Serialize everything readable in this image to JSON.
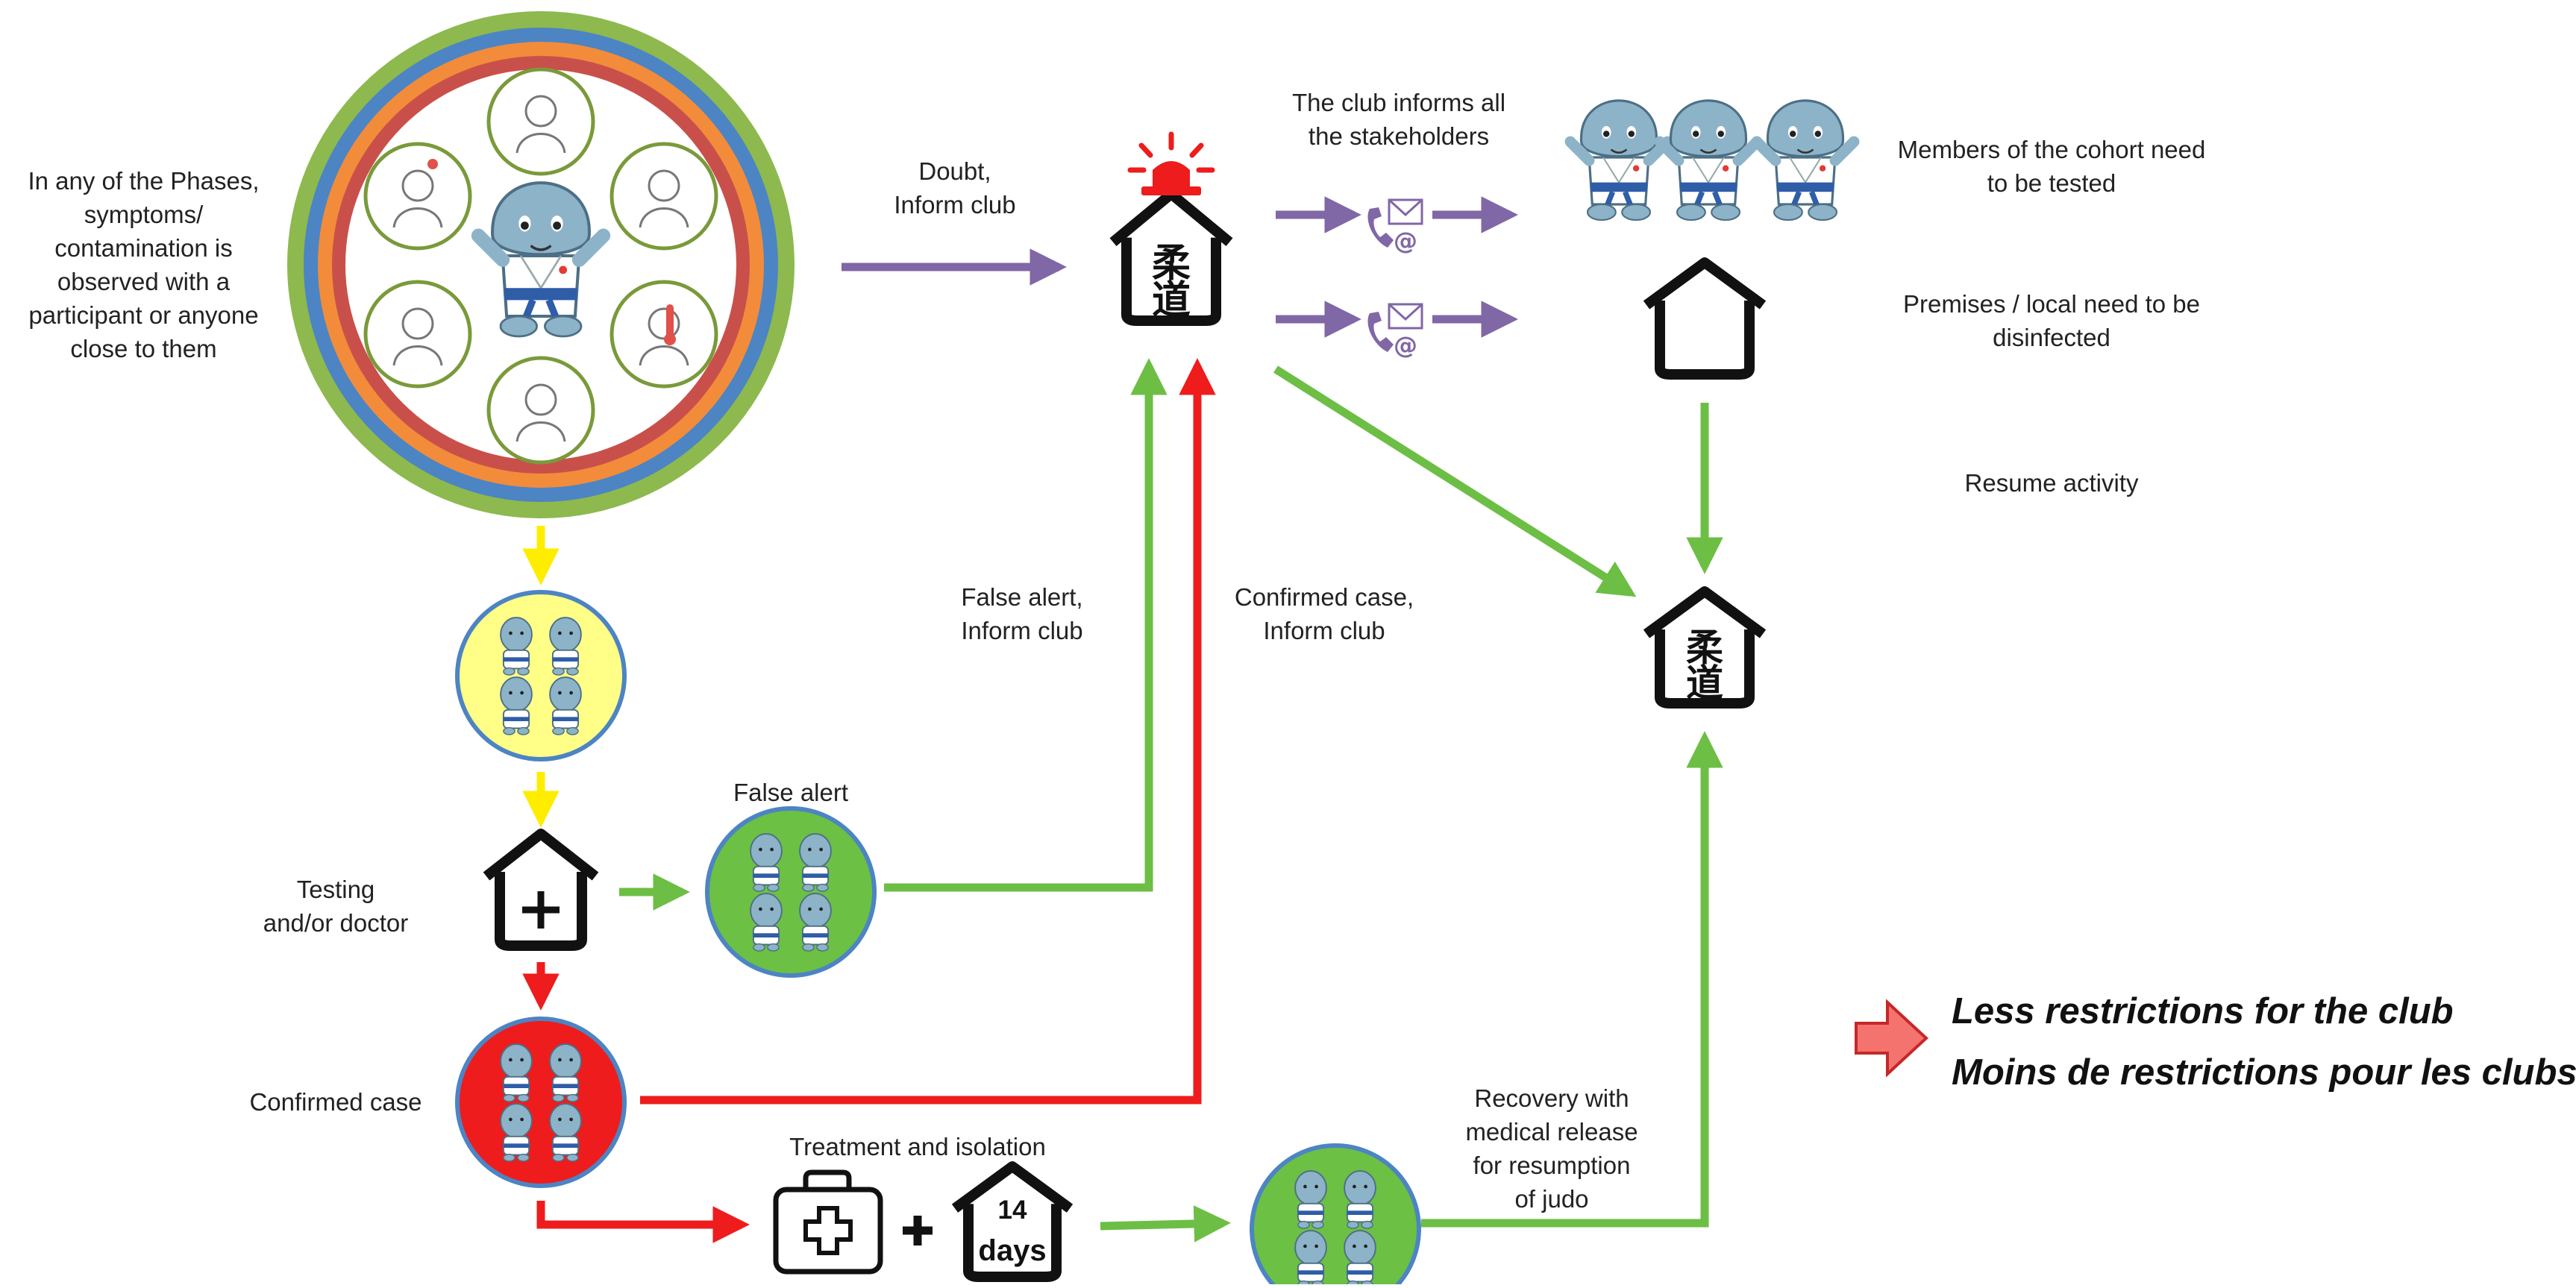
{
  "colors": {
    "purple": "#8067A6",
    "green": "#6DBE45",
    "red": "#EE1C1C",
    "yellow": "#FFED00",
    "ring_green": "#8DB94E",
    "ring_blue": "#4C84C4",
    "ring_orange": "#F28C3B",
    "ring_red": "#C9504A",
    "circle_yellow": "#FFFF88",
    "circle_green": "#6CC044",
    "circle_red": "#EE1C1C",
    "mascot_blue": "#8DB3C9",
    "legend_arrow": "#F4736E"
  },
  "labels": {
    "phases": "In any of the Phases,\nsymptoms/\ncontamination is\nobserved with a\nparticipant or anyone\nclose to them",
    "doubt": "Doubt,\nInform club",
    "club_informs": "The club informs all\nthe stakeholders",
    "cohort": "Members of the cohort need\nto be tested",
    "premises": "Premises / local need to be\ndisinfected",
    "resume": "Resume activity",
    "false_alert_inform": "False alert,\nInform club",
    "confirmed_inform": "Confirmed case,\nInform club",
    "false_alert": "False alert",
    "testing": "Testing\nand/or doctor",
    "confirmed_case": "Confirmed case",
    "treatment": "Treatment and isolation",
    "recovery": "Recovery with\nmedical release\nfor resumption\nof judo",
    "days_number": "14",
    "days_word": "days",
    "kanji_top": "柔",
    "kanji_bottom": "道"
  },
  "legend": {
    "line1": "Less restrictions for the club",
    "line2": "Moins de restrictions pour les clubs"
  },
  "icons": {
    "symptoms": [
      "cough-icon",
      "fever-icon",
      "ache-icon",
      "sore-throat-icon",
      "lungs-icon",
      "virus-icon"
    ],
    "contact": [
      "phone-icon",
      "email-icon"
    ],
    "alarm": "siren-icon",
    "medical": "medical-bag-icon",
    "home_cross": "clinic-house-icon",
    "dojo": "dojo-house-icon"
  }
}
